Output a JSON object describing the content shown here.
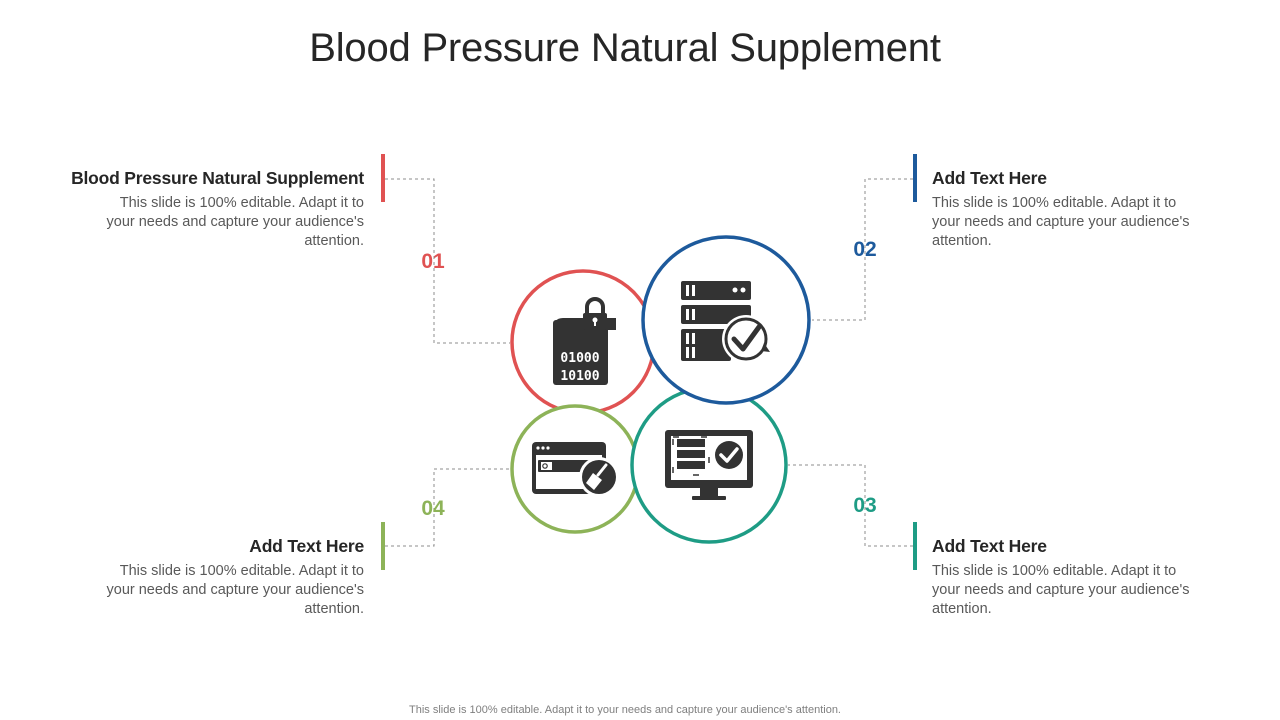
{
  "title": "Blood Pressure Natural Supplement",
  "footer": "This slide is 100% editable. Adapt it to your needs and capture your audience's attention.",
  "items": [
    {
      "number": "01",
      "heading": "Blood Pressure Natural Supplement",
      "body": "This slide is 100% editable. Adapt it to your needs and capture your audience's attention.",
      "color": "#e05252",
      "icon": "binary-document-lock-icon"
    },
    {
      "number": "02",
      "heading": "Add Text Here",
      "body": "This slide is 100% editable. Adapt it to your needs and capture your audience's attention.",
      "color": "#1d5a9c",
      "icon": "server-check-icon"
    },
    {
      "number": "03",
      "heading": "Add Text Here",
      "body": "This slide is 100% editable. Adapt it to your needs and capture your audience's attention.",
      "color": "#1e9c85",
      "icon": "monitor-check-icon"
    },
    {
      "number": "04",
      "heading": "Add Text Here",
      "body": "This slide is 100% editable. Adapt it to your needs and capture your audience's attention.",
      "color": "#8db358",
      "icon": "browser-clean-icon"
    }
  ],
  "icon_labels": {
    "binary_line_1": "01000",
    "binary_line_2": "10100"
  }
}
